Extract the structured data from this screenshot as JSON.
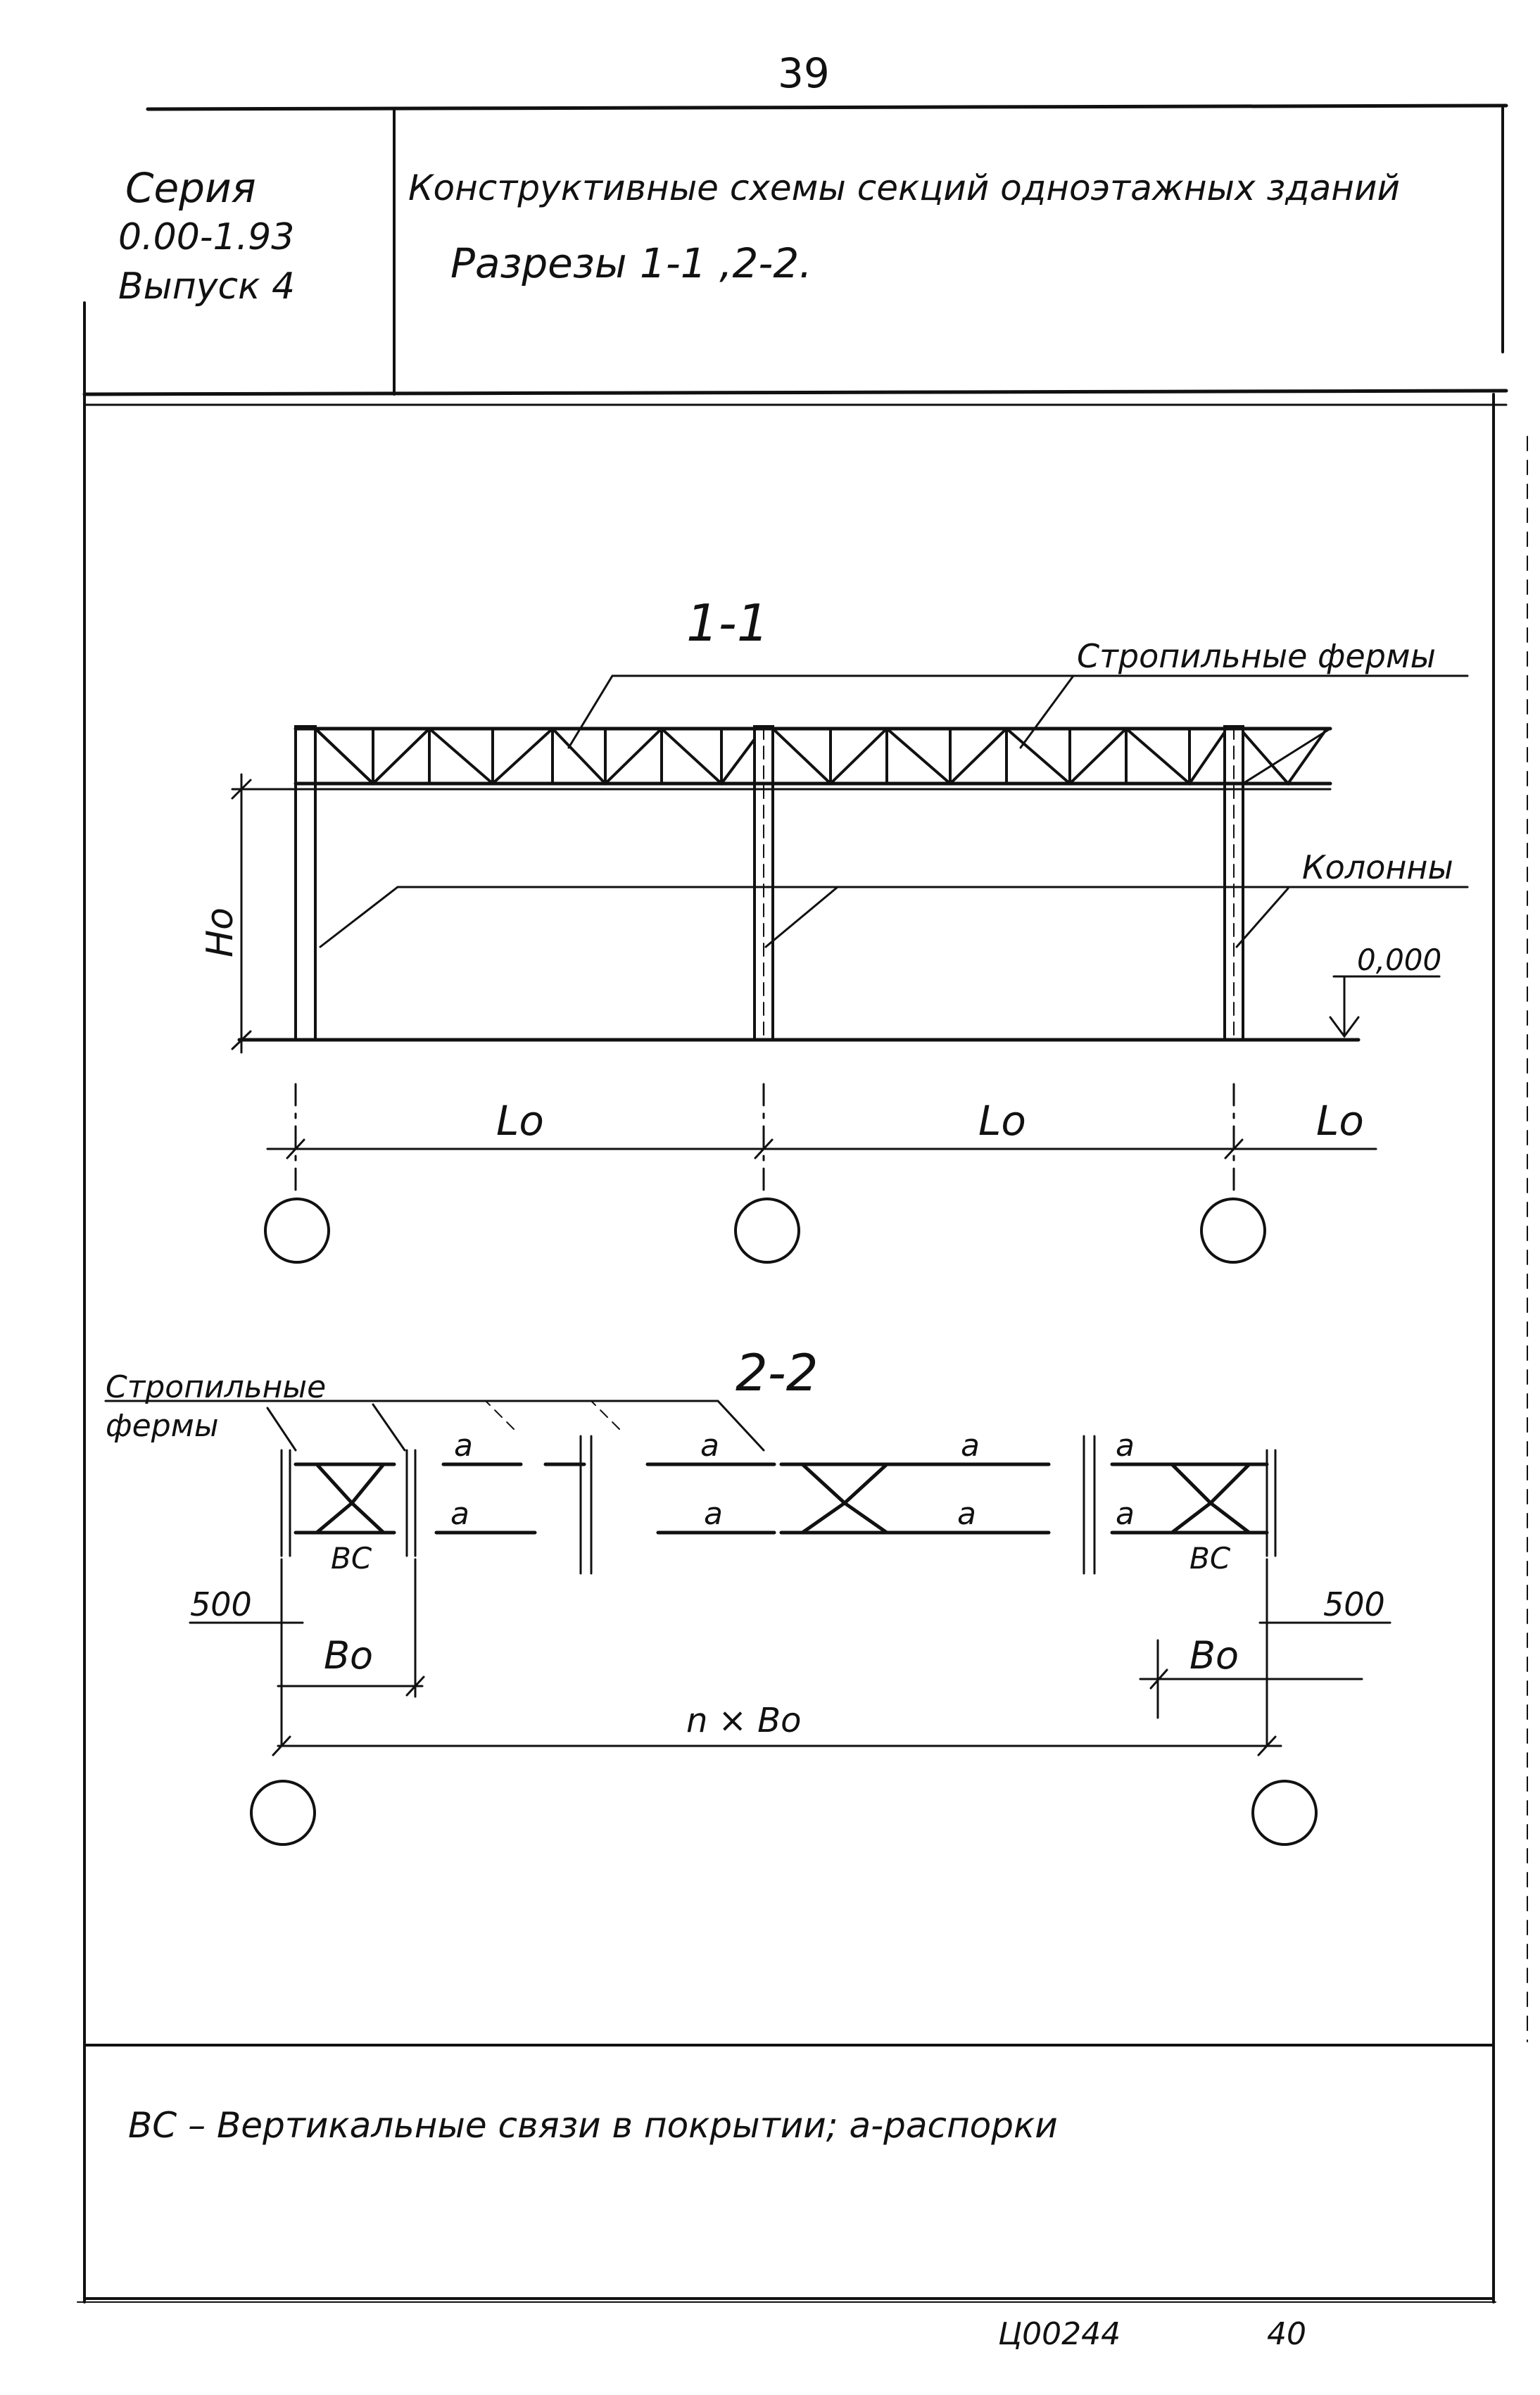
{
  "page_number": "39",
  "header": {
    "series_label": "Серия",
    "series_code": "0.00-1.93",
    "series_issue": "Выпуск 4",
    "title_line1": "Конструктивные схемы секций одноэтажных зданий",
    "title_line2": "Разрезы 1-1 ,2-2."
  },
  "section_1": {
    "label": "1-1",
    "trusses_label": "Стропильные фермы",
    "columns_label": "Колонны",
    "height_label": "Hо",
    "level_label": "0,000",
    "span_label": "Lо"
  },
  "section_2": {
    "label": "2-2",
    "trusses_label_line1": "Стропильные",
    "trusses_label_line2": "фермы",
    "strut_label": "a",
    "bracing_label": "ВС",
    "offset_label": "500",
    "step_label": "Bо",
    "total_label": "n × Bо"
  },
  "legend": "ВС – Вертикальные связи в покрытии; а-распорки",
  "footer": {
    "code": "Ц00244",
    "page": "40"
  },
  "colors": {
    "ink": "#111111",
    "paper": "#ffffff"
  }
}
